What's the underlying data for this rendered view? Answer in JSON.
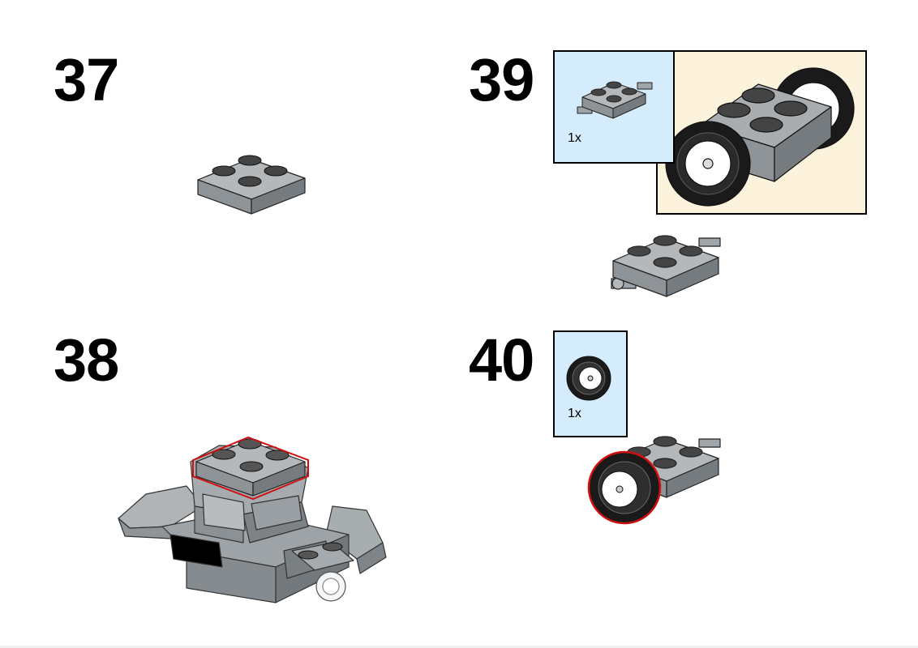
{
  "steps": [
    {
      "number": "37"
    },
    {
      "number": "38"
    },
    {
      "number": "39",
      "parts": [
        {
          "qty": "1x",
          "part": "plate-with-axle-pins-icon"
        }
      ]
    },
    {
      "number": "40",
      "parts": [
        {
          "qty": "1x",
          "part": "wheel-with-tire-icon"
        }
      ]
    }
  ],
  "colors": {
    "brick_gray": "#a0a5a9",
    "parts_box_blue": "#d4ecfb",
    "callout_cream": "#fdf3dc",
    "highlight_red": "#d01010"
  }
}
